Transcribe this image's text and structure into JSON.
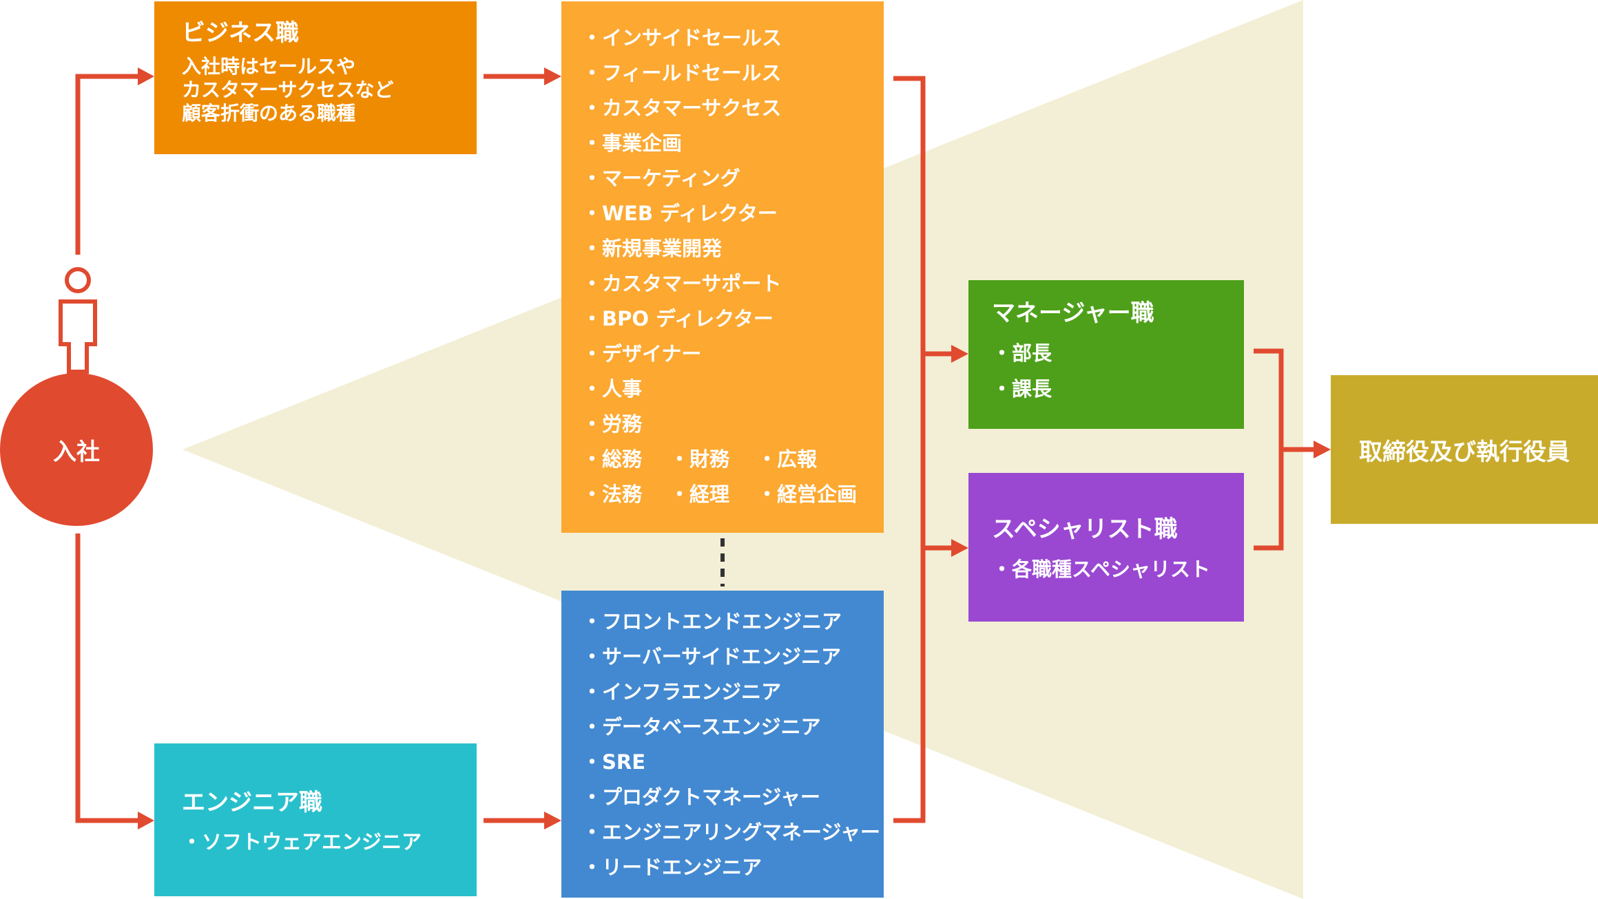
{
  "colors": {
    "accent": "#e04a2f",
    "funnel": "#f3efd6",
    "business": "#ef8b00",
    "engineer": "#28bfcc",
    "business_jobs": "#fca831",
    "engineer_jobs": "#4389d1",
    "manager": "#4ea01a",
    "specialist": "#9a48d2",
    "executive": "#c9ab2b"
  },
  "icons": [
    "person-icon"
  ],
  "start": {
    "label": "入社"
  },
  "business": {
    "title": "ビジネス職",
    "description": [
      "入社時はセールスや",
      "カスタマーサクセスなど",
      "顧客折衝のある職種"
    ]
  },
  "engineer": {
    "title": "エンジニア職",
    "item": "ソフトウェアエンジニア"
  },
  "business_jobs": {
    "items": [
      "インサイドセールス",
      "フィールドセールス",
      "カスタマーサクセス",
      "事業企画",
      "マーケティング",
      "WEB ディレクター",
      "新規事業開発",
      "カスタマーサポート",
      "BPO ディレクター",
      "デザイナー",
      "人事",
      "労務"
    ],
    "grid": [
      [
        "総務",
        "財務",
        "広報"
      ],
      [
        "法務",
        "経理",
        "経営企画"
      ]
    ]
  },
  "engineer_jobs": {
    "items": [
      "フロントエンドエンジニア",
      "サーバーサイドエンジニア",
      "インフラエンジニア",
      "データベースエンジニア",
      "SRE",
      "プロダクトマネージャー",
      "エンジニアリングマネージャー",
      "リードエンジニア"
    ]
  },
  "manager": {
    "title": "マネージャー職",
    "items": [
      "部長",
      "課長"
    ]
  },
  "specialist": {
    "title": "スペシャリスト職",
    "items": [
      "各職種スペシャリスト"
    ]
  },
  "executive": {
    "label": "取締役及び執行役員"
  }
}
